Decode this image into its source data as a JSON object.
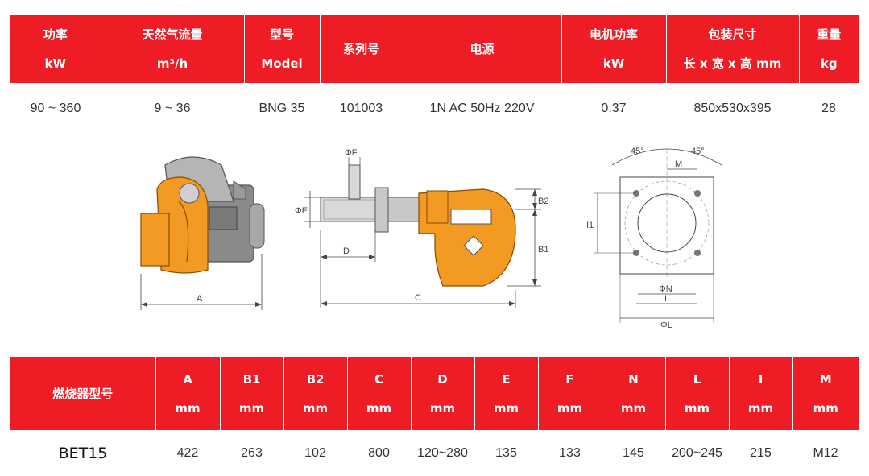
{
  "spec_table": {
    "headers": [
      {
        "l1": "功率",
        "l2": "kW"
      },
      {
        "l1": "天然气流量",
        "l2": "m³/h"
      },
      {
        "l1": "型号",
        "l2": "Model"
      },
      {
        "l1": "系列号",
        "l2": ""
      },
      {
        "l1": "电源",
        "l2": ""
      },
      {
        "l1": "电机功率",
        "l2": "kW"
      },
      {
        "l1": "包装尺寸",
        "l2": "长 x 宽 x 高 mm"
      },
      {
        "l1": "重量",
        "l2": "kg"
      }
    ],
    "row": [
      "90 ~ 360",
      "9 ~ 36",
      "BNG 35",
      "101003",
      "1N AC 50Hz 220V",
      "0.37",
      "850x530x395",
      "28"
    ]
  },
  "drawings": {
    "side_view": {
      "dim_a": "A"
    },
    "front_view": {
      "dim_f": "ΦF",
      "dim_e": "ΦE",
      "dim_b2": "B2",
      "dim_b1": "B1",
      "dim_d": "D",
      "dim_c": "C"
    },
    "flange_view": {
      "angle_left": "45°",
      "angle_right": "45°",
      "dim_m": "M",
      "dim_i_vert": "I1",
      "dim_n": "ΦN",
      "dim_i": "I",
      "dim_l": "ΦL"
    }
  },
  "dimension_table": {
    "headers": [
      {
        "l1": "燃烧器型号",
        "l2": ""
      },
      {
        "l1": "A",
        "l2": "mm"
      },
      {
        "l1": "B1",
        "l2": "mm"
      },
      {
        "l1": "B2",
        "l2": "mm"
      },
      {
        "l1": "C",
        "l2": "mm"
      },
      {
        "l1": "D",
        "l2": "mm"
      },
      {
        "l1": "E",
        "l2": "mm"
      },
      {
        "l1": "F",
        "l2": "mm"
      },
      {
        "l1": "N",
        "l2": "mm"
      },
      {
        "l1": "L",
        "l2": "mm"
      },
      {
        "l1": "I",
        "l2": "mm"
      },
      {
        "l1": "M",
        "l2": "mm"
      }
    ],
    "row": [
      "BET15",
      "422",
      "263",
      "102",
      "800",
      "120~280",
      "135",
      "133",
      "145",
      "200~245",
      "215",
      "M12"
    ]
  },
  "colors": {
    "header_red": "#ee1c24",
    "burner_orange": "#f39a22",
    "motor_grey": "#8a8a8a"
  }
}
